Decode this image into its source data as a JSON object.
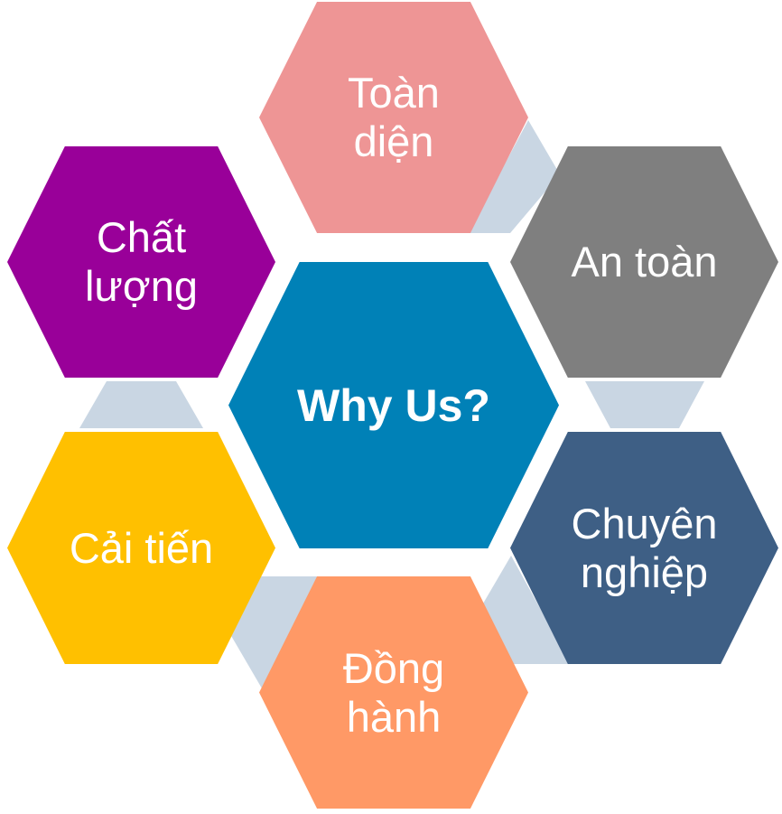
{
  "center": {
    "label": "Why Us?",
    "color": "#0081B7"
  },
  "connector_color": "#C9D6E3",
  "hexagons": [
    {
      "line1": "Toàn",
      "line2": "diện",
      "color": "#EE9595"
    },
    {
      "line1": "An toàn",
      "line2": "",
      "color": "#7F7F7F"
    },
    {
      "line1": "Chuyên",
      "line2": "nghiệp",
      "color": "#3E5F85"
    },
    {
      "line1": "Đồng",
      "line2": "hành",
      "color": "#FF9966"
    },
    {
      "line1": "Cải tiến",
      "line2": "",
      "color": "#FFC000"
    },
    {
      "line1": "Chất",
      "line2": "lượng",
      "color": "#990099"
    }
  ]
}
